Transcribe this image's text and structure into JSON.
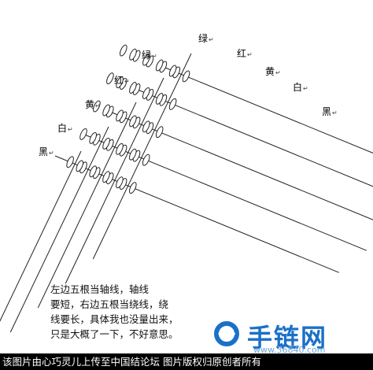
{
  "left_cords": [
    {
      "label": "绿",
      "color": "green"
    },
    {
      "label": "红",
      "color": "red"
    },
    {
      "label": "黄",
      "color": "yellow"
    },
    {
      "label": "白",
      "color": "white"
    },
    {
      "label": "黑",
      "color": "black"
    }
  ],
  "right_cords": [
    {
      "label": "绿",
      "color": "green"
    },
    {
      "label": "红",
      "color": "red"
    },
    {
      "label": "黄",
      "color": "yellow"
    },
    {
      "label": "白",
      "color": "white"
    },
    {
      "label": "黑",
      "color": "black"
    }
  ],
  "label_marker": "↵",
  "caption_lines": [
    "左边五根当轴线，轴线",
    "要短，右边五根当绕线，绕",
    "线要长，具体我也没量出来，",
    "只是大概了一下，不好意思。"
  ],
  "footer_text": "该图片由心巧灵儿上传至中国结论坛  图片版权归原创者所有",
  "logo": {
    "text": "手链网",
    "url": "www.36840.com"
  }
}
